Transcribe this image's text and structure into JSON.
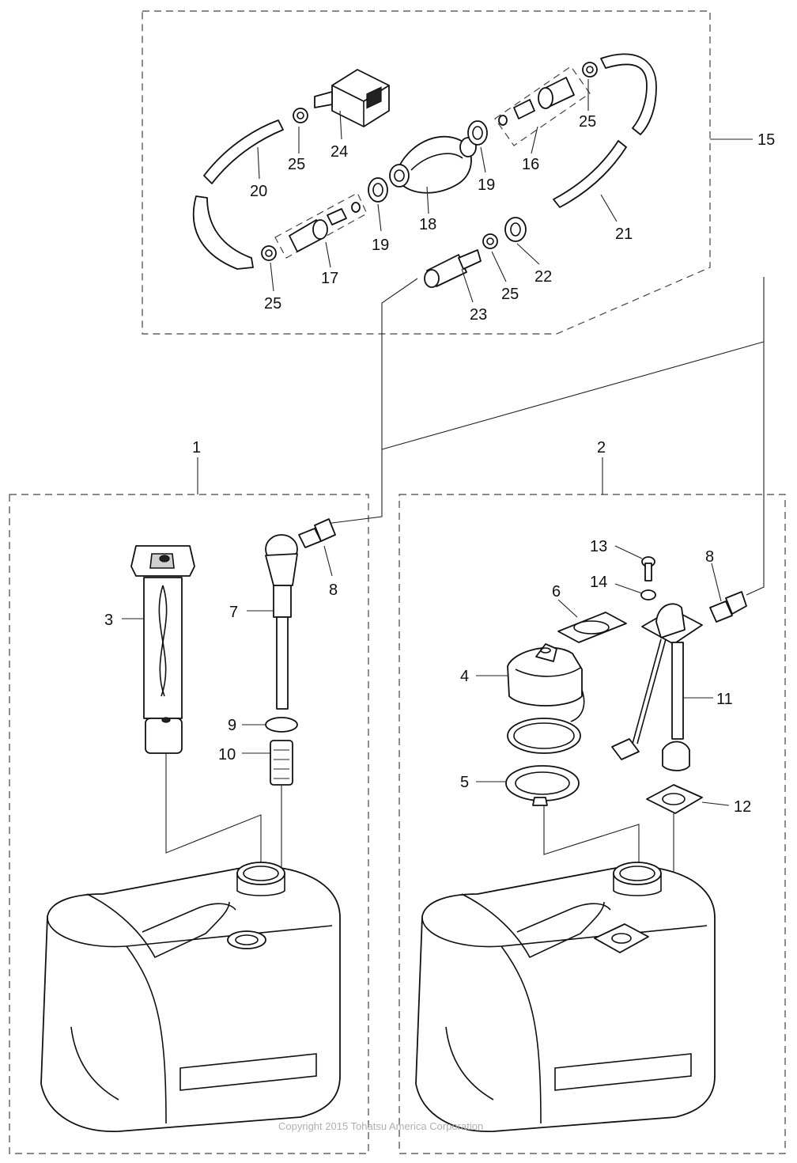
{
  "labels": {
    "l1": "1",
    "l2": "2",
    "l3": "3",
    "l4": "4",
    "l5": "5",
    "l6": "6",
    "l7": "7",
    "l8a": "8",
    "l8b": "8",
    "l9": "9",
    "l10": "10",
    "l11": "11",
    "l12": "12",
    "l13": "13",
    "l14": "14",
    "l15": "15",
    "l16": "16",
    "l17": "17",
    "l18": "18",
    "l19a": "19",
    "l19b": "19",
    "l20": "20",
    "l21": "21",
    "l22": "22",
    "l23": "23",
    "l24": "24",
    "l25a": "25",
    "l25b": "25",
    "l25c": "25",
    "l25d": "25"
  },
  "copyright": "Copyright 2015 Tohatsu America Corporation"
}
